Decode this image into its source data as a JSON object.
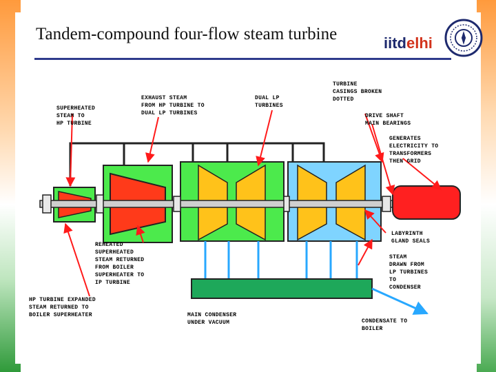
{
  "slide": {
    "title": "Tandem-compound four-flow steam turbine",
    "logo": {
      "part1": "iitd",
      "part2": "elhi"
    }
  },
  "colors": {
    "title_rule": "#2e3a8c",
    "hp_turbine": "#ff3a1a",
    "lp_casing_green": "#4cea4c",
    "lp_casing_blue": "#7fd4ff",
    "lp_blades": "#ffc21a",
    "condenser": "#1ea85a",
    "generator": "#ff2020",
    "pipes": "#28a8ff"
  },
  "diagram": {
    "labels": {
      "superheated_steam": "SUPERHEATED\nSTEAM TO\nHP TURBINE",
      "exhaust_steam": "EXHAUST STEAM\nFROM HP TURBINE TO\nDUAL LP TURBINES",
      "dual_lp": "DUAL LP\nTURBINES",
      "casings": "TURBINE\nCASINGS BROKEN\nDOTTED",
      "drive_shaft": "DRIVE SHAFT\nMAIN BEARINGS",
      "generates": "GENERATES\nELECTRICITY TO\nTRANSFORMERS\nTHEN GRID",
      "labyrinth": "LABYRINTH\nGLAND SEALS",
      "reheated": "REHEATED\nSUPERHEATED\nSTEAM RETURNED\nFROM BOILER\nSUPERHEATER TO\nIP TURBINE",
      "steam_drawn": "STEAM\nDRAWN FROM\nLP TURBINES\nTO\nCONDENSER",
      "hp_expanded": "HP TURBINE EXPANDED\nSTEAM RETURNED TO\nBOILER SUPERHEATER",
      "main_condenser": "MAIN CONDENSER\nUNDER VACUUM",
      "condensate": "CONDENSATE TO\nBOILER"
    }
  }
}
